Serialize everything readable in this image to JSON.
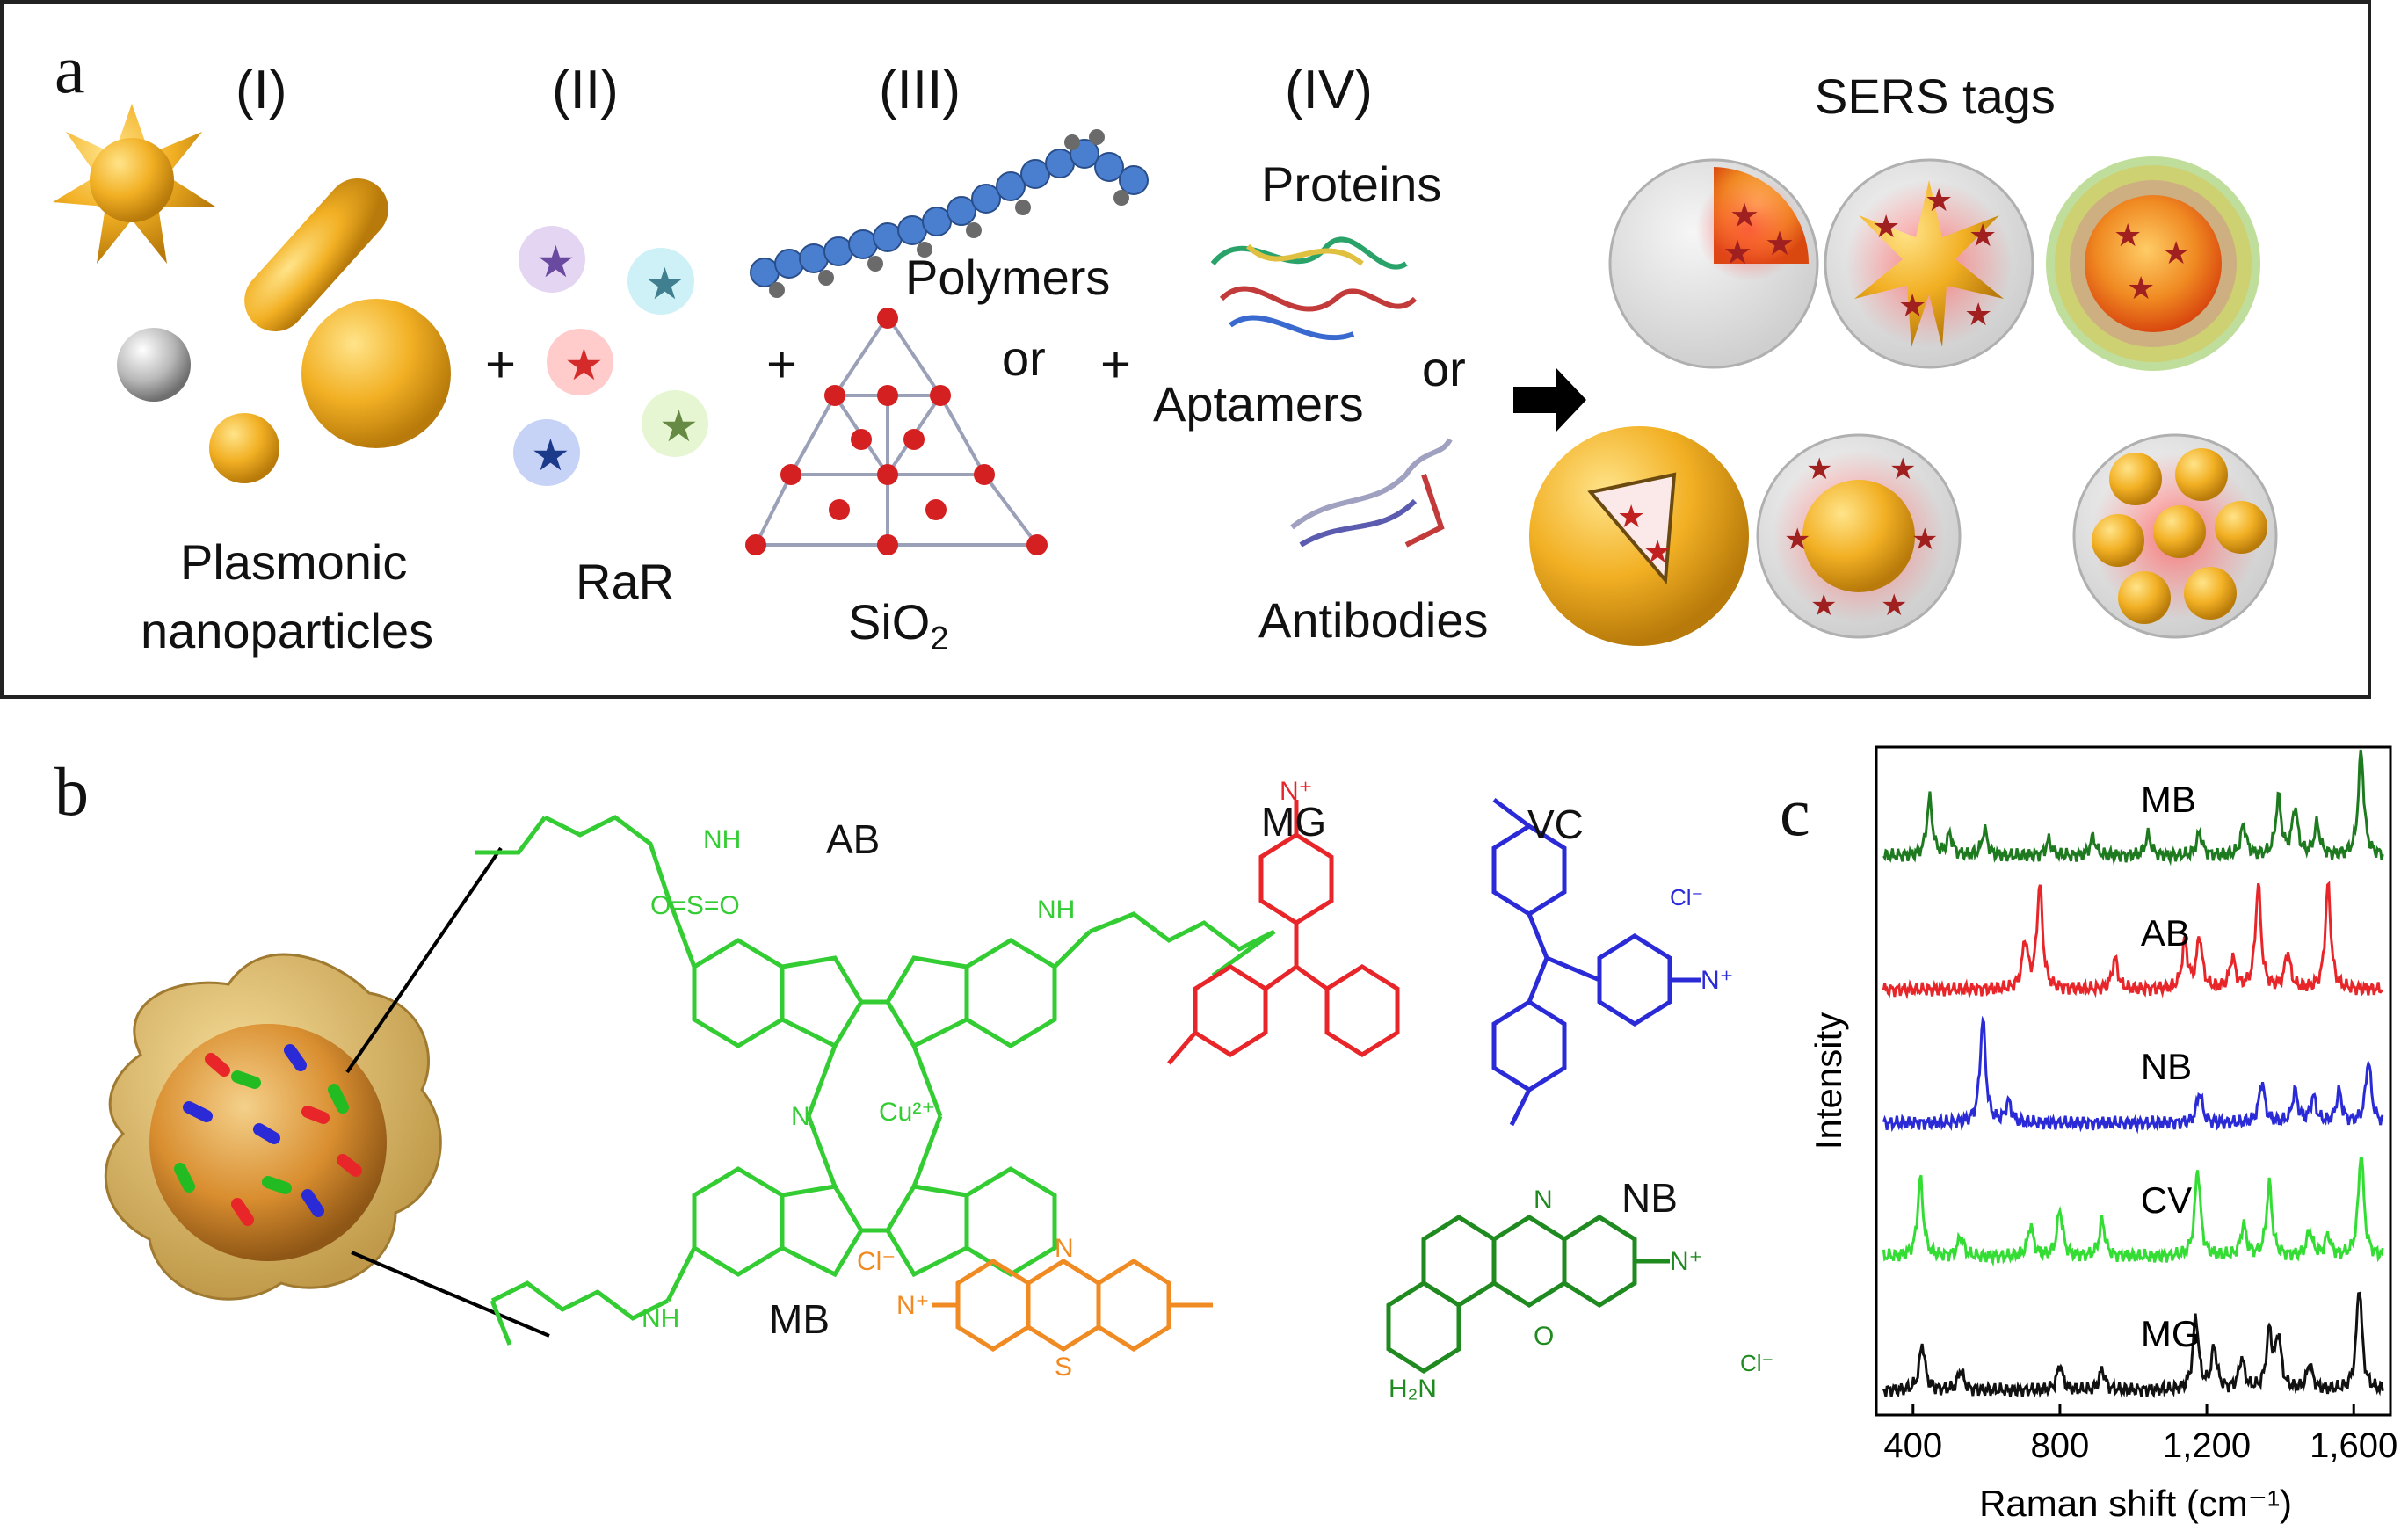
{
  "panel_a": {
    "letter": "a",
    "steps": [
      {
        "numeral": "(I)",
        "caption_line1": "Plasmonic",
        "caption_line2": "nanoparticles"
      },
      {
        "numeral": "(II)",
        "caption": "RaR"
      },
      {
        "numeral": "(III)",
        "top_label": "Polymers",
        "bottom_label_base": "SiO",
        "bottom_label_sub": "2",
        "or_label": "or"
      },
      {
        "numeral": "(IV)",
        "label_1": "Proteins",
        "label_2": "Aptamers",
        "label_3": "Antibodies",
        "or_label": "or"
      }
    ],
    "plus_sign": "+",
    "result_title": "SERS tags"
  },
  "panel_b": {
    "letter": "b",
    "molecules": {
      "AB": {
        "name": "AB",
        "color": "#33cc33",
        "group_1": "NH",
        "group_2": "O=S=O",
        "group_3": "NH",
        "center_ion": "Cu²⁺",
        "group_4": "N",
        "group_5": "NH"
      },
      "MG": {
        "name": "MG",
        "color": "#e8262a",
        "charge": "N⁺"
      },
      "VC": {
        "name": "VC",
        "color": "#2a2ad6",
        "charge": "N⁺",
        "counter_ion": "Cl⁻"
      },
      "MB": {
        "name": "MB",
        "color": "#f08a22",
        "counter_ion": "Cl⁻",
        "ring_n": "N",
        "ring_s": "S",
        "charge": "N⁺"
      },
      "NB": {
        "name": "NB",
        "color": "#1f8a1f",
        "amine": "H₂N",
        "ring_n": "N",
        "ring_o": "O",
        "charge": "N⁺",
        "counter_ion": "Cl⁻"
      }
    }
  },
  "panel_c": {
    "letter": "c",
    "chart_data": {
      "type": "line",
      "xlabel": "Raman shift (cm⁻¹)",
      "ylabel": "Intensity",
      "xlim": [
        300,
        1700
      ],
      "x_ticks": [
        400,
        800,
        1200,
        1600
      ],
      "x_tick_labels": [
        "400",
        "800",
        "1,200",
        "1,600"
      ],
      "series": [
        {
          "name": "MB",
          "color": "#1e7a1e",
          "baseline": 0.0,
          "peaks": [
            [
              445,
              0.55
            ],
            [
              500,
              0.2
            ],
            [
              595,
              0.25
            ],
            [
              770,
              0.15
            ],
            [
              890,
              0.18
            ],
            [
              1040,
              0.2
            ],
            [
              1180,
              0.22
            ],
            [
              1300,
              0.3
            ],
            [
              1395,
              0.55
            ],
            [
              1440,
              0.45
            ],
            [
              1500,
              0.3
            ],
            [
              1620,
              1.0
            ]
          ]
        },
        {
          "name": "AB",
          "color": "#e8262a",
          "baseline": 0.0,
          "peaks": [
            [
              705,
              0.45
            ],
            [
              745,
              1.0
            ],
            [
              950,
              0.3
            ],
            [
              1140,
              0.45
            ],
            [
              1180,
              0.5
            ],
            [
              1270,
              0.3
            ],
            [
              1340,
              1.0
            ],
            [
              1420,
              0.35
            ],
            [
              1530,
              1.0
            ]
          ]
        },
        {
          "name": "NB",
          "color": "#2a2ad6",
          "baseline": 0.0,
          "peaks": [
            [
              590,
              1.0
            ],
            [
              660,
              0.2
            ],
            [
              1180,
              0.3
            ],
            [
              1350,
              0.4
            ],
            [
              1440,
              0.3
            ],
            [
              1490,
              0.25
            ],
            [
              1560,
              0.3
            ],
            [
              1640,
              0.6
            ]
          ]
        },
        {
          "name": "CV",
          "color": "#33dd33",
          "baseline": 0.0,
          "peaks": [
            [
              420,
              0.75
            ],
            [
              530,
              0.2
            ],
            [
              720,
              0.3
            ],
            [
              800,
              0.45
            ],
            [
              915,
              0.35
            ],
            [
              1175,
              0.85
            ],
            [
              1300,
              0.3
            ],
            [
              1370,
              0.7
            ],
            [
              1480,
              0.25
            ],
            [
              1530,
              0.2
            ],
            [
              1620,
              1.0
            ]
          ]
        },
        {
          "name": "MG",
          "color": "#111111",
          "baseline": 0.0,
          "peaks": [
            [
              425,
              0.45
            ],
            [
              530,
              0.2
            ],
            [
              800,
              0.25
            ],
            [
              915,
              0.2
            ],
            [
              1170,
              0.7
            ],
            [
              1220,
              0.4
            ],
            [
              1295,
              0.3
            ],
            [
              1370,
              0.55
            ],
            [
              1395,
              0.5
            ],
            [
              1480,
              0.25
            ],
            [
              1615,
              1.0
            ]
          ]
        }
      ]
    }
  }
}
